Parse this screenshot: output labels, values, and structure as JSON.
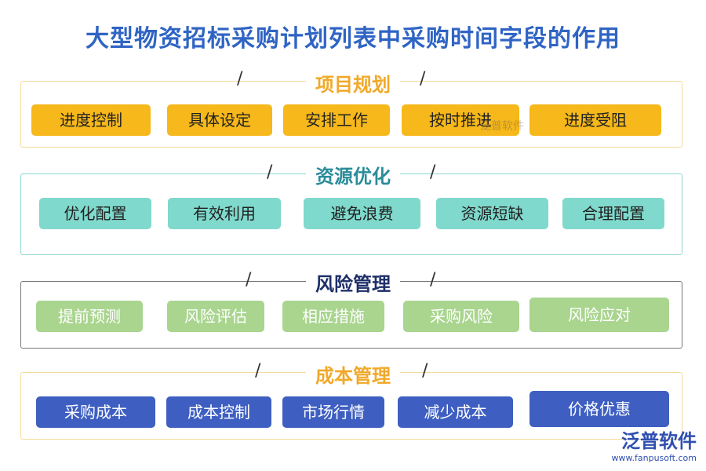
{
  "title": "大型物资招标采购计划列表中采购时间字段的作用",
  "sections": [
    {
      "title": "项目规划",
      "items": [
        "进度控制",
        "具体设定",
        "安排工作",
        "按时推进",
        "进度受阻"
      ]
    },
    {
      "title": "资源优化",
      "items": [
        "优化配置",
        "有效利用",
        "避免浪费",
        "资源短缺",
        "合理配置"
      ]
    },
    {
      "title": "风险管理",
      "items": [
        "提前预测",
        "风险评估",
        "相应措施",
        "采购风险",
        "风险应对"
      ]
    },
    {
      "title": "成本管理",
      "items": [
        "采购成本",
        "成本控制",
        "市场行情",
        "减少成本",
        "价格优惠"
      ]
    }
  ],
  "watermark": {
    "name": "泛普软件",
    "url": "www.fanpusoft.com"
  },
  "colors": {
    "title": "#2f64c4",
    "section1": "#f6b81a",
    "section2": "#7fd9cc",
    "section3": "#a9d58f",
    "section4": "#3e5fc1"
  }
}
